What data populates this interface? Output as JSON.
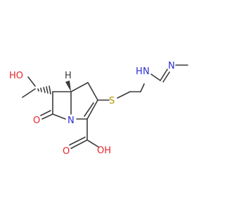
{
  "structure": {
    "atom_labels": {
      "oh_top": "HO",
      "n_amine": "N",
      "n_amine_h": "H",
      "n_imine": "N",
      "s": "S",
      "n_ring": "N",
      "o_ketone": "O",
      "o_carboxyl_double": "O",
      "oh_carboxyl": "OH",
      "stereo_h": "H"
    },
    "colors": {
      "bond": "#3a3a3a",
      "oxygen": "#e8262a",
      "nitrogen": "#2b2bd6",
      "sulfur": "#b39800",
      "carbon_label": "#3a3a3a"
    }
  }
}
